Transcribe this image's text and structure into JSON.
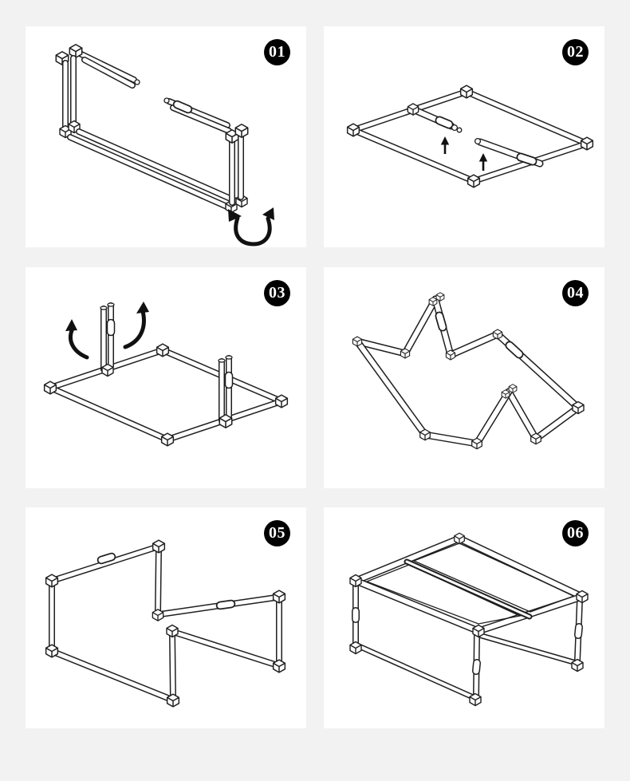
{
  "page": {
    "background_color": "#f2f2f2",
    "panel_color": "#ffffff",
    "line_color": "#1f1f1f",
    "badge": {
      "background": "#000000",
      "text_color": "#ffffff"
    }
  },
  "steps": [
    {
      "number": "01",
      "illustration": "folded-side-frames-flat",
      "icons": [
        "rotate-curved-arrow"
      ]
    },
    {
      "number": "02",
      "illustration": "base-frame-with-two-insert-tubes",
      "icons": [
        "up-arrow",
        "up-arrow"
      ]
    },
    {
      "number": "03",
      "illustration": "base-frame-posts-folding-upright",
      "icons": [
        "fold-up-curved-arrow",
        "fold-up-curved-arrow"
      ]
    },
    {
      "number": "04",
      "illustration": "hinged-tube-chain-zigzag",
      "icons": []
    },
    {
      "number": "05",
      "illustration": "unfolded-standing-frames",
      "icons": []
    },
    {
      "number": "06",
      "illustration": "assembled-table-with-two-top-panels",
      "icons": []
    }
  ]
}
